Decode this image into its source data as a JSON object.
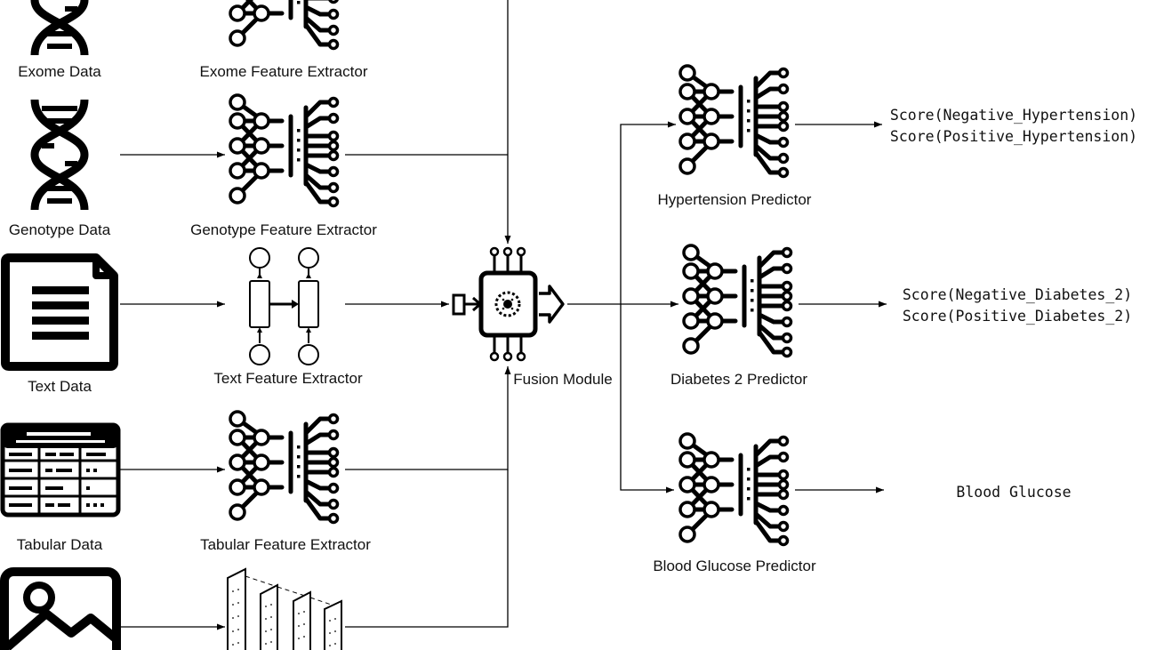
{
  "colors": {
    "ink": "#000000",
    "background": "#ffffff"
  },
  "inputs": {
    "exome": {
      "label": "Exome Data",
      "icon": "dna-icon"
    },
    "genotype": {
      "label": "Genotype Data",
      "icon": "dna-icon"
    },
    "text": {
      "label": "Text Data",
      "icon": "document-icon"
    },
    "tabular": {
      "label": "Tabular Data",
      "icon": "table-icon"
    },
    "image": {
      "label": "",
      "icon": "image-icon"
    }
  },
  "extractors": {
    "exome": {
      "label": "Exome Feature Extractor",
      "icon": "neural-network-icon"
    },
    "genotype": {
      "label": "Genotype Feature Extractor",
      "icon": "neural-network-icon"
    },
    "text": {
      "label": "Text Feature Extractor",
      "icon": "recurrent-network-icon"
    },
    "tabular": {
      "label": "Tabular Feature Extractor",
      "icon": "neural-network-icon"
    },
    "image": {
      "label": "",
      "icon": "convolutional-layers-icon"
    }
  },
  "fusion": {
    "label": "Fusion Module",
    "icon": "processor-chip-icon"
  },
  "predictors": {
    "hypertension": {
      "label": "Hypertension Predictor",
      "icon": "neural-network-icon"
    },
    "diabetes": {
      "label": "Diabetes 2 Predictor",
      "icon": "neural-network-icon"
    },
    "glucose": {
      "label": "Blood Glucose Predictor",
      "icon": "neural-network-icon"
    }
  },
  "outputs": {
    "hypertension": [
      "Score(Negative_Hypertension)",
      "Score(Positive_Hypertension)"
    ],
    "diabetes": [
      "Score(Negative_Diabetes_2)",
      "Score(Positive_Diabetes_2)"
    ],
    "glucose": "Blood Glucose"
  }
}
